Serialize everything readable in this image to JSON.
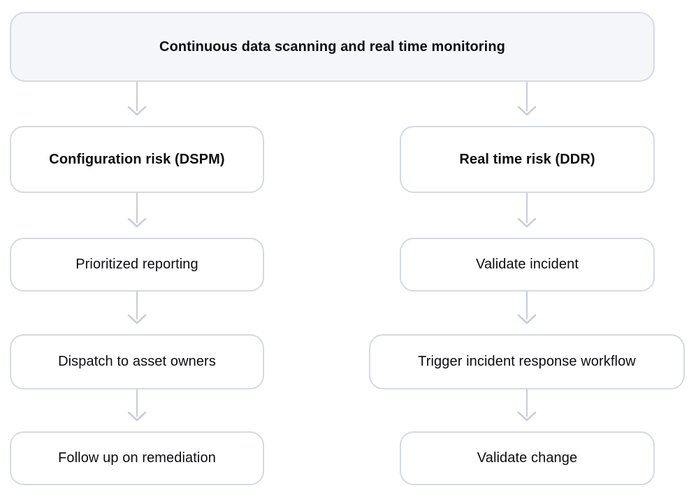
{
  "diagram": {
    "root": {
      "label": "Continuous data scanning and real time monitoring"
    },
    "columns": [
      {
        "id": "configuration-risk",
        "header": "Configuration risk (DSPM)",
        "steps": [
          "Prioritized reporting",
          "Dispatch to asset owners",
          "Follow up on remediation"
        ]
      },
      {
        "id": "real-time-risk",
        "header": "Real time risk (DDR)",
        "steps": [
          "Validate incident",
          "Trigger incident response workflow",
          "Validate change"
        ]
      }
    ]
  },
  "colors": {
    "background": "#ffffff",
    "node_border": "#d5d9e3",
    "node_fill": "#ffffff",
    "root_fill": "#f4f6fa",
    "arrow": "#c9cedb",
    "text": "#0c0d10"
  }
}
